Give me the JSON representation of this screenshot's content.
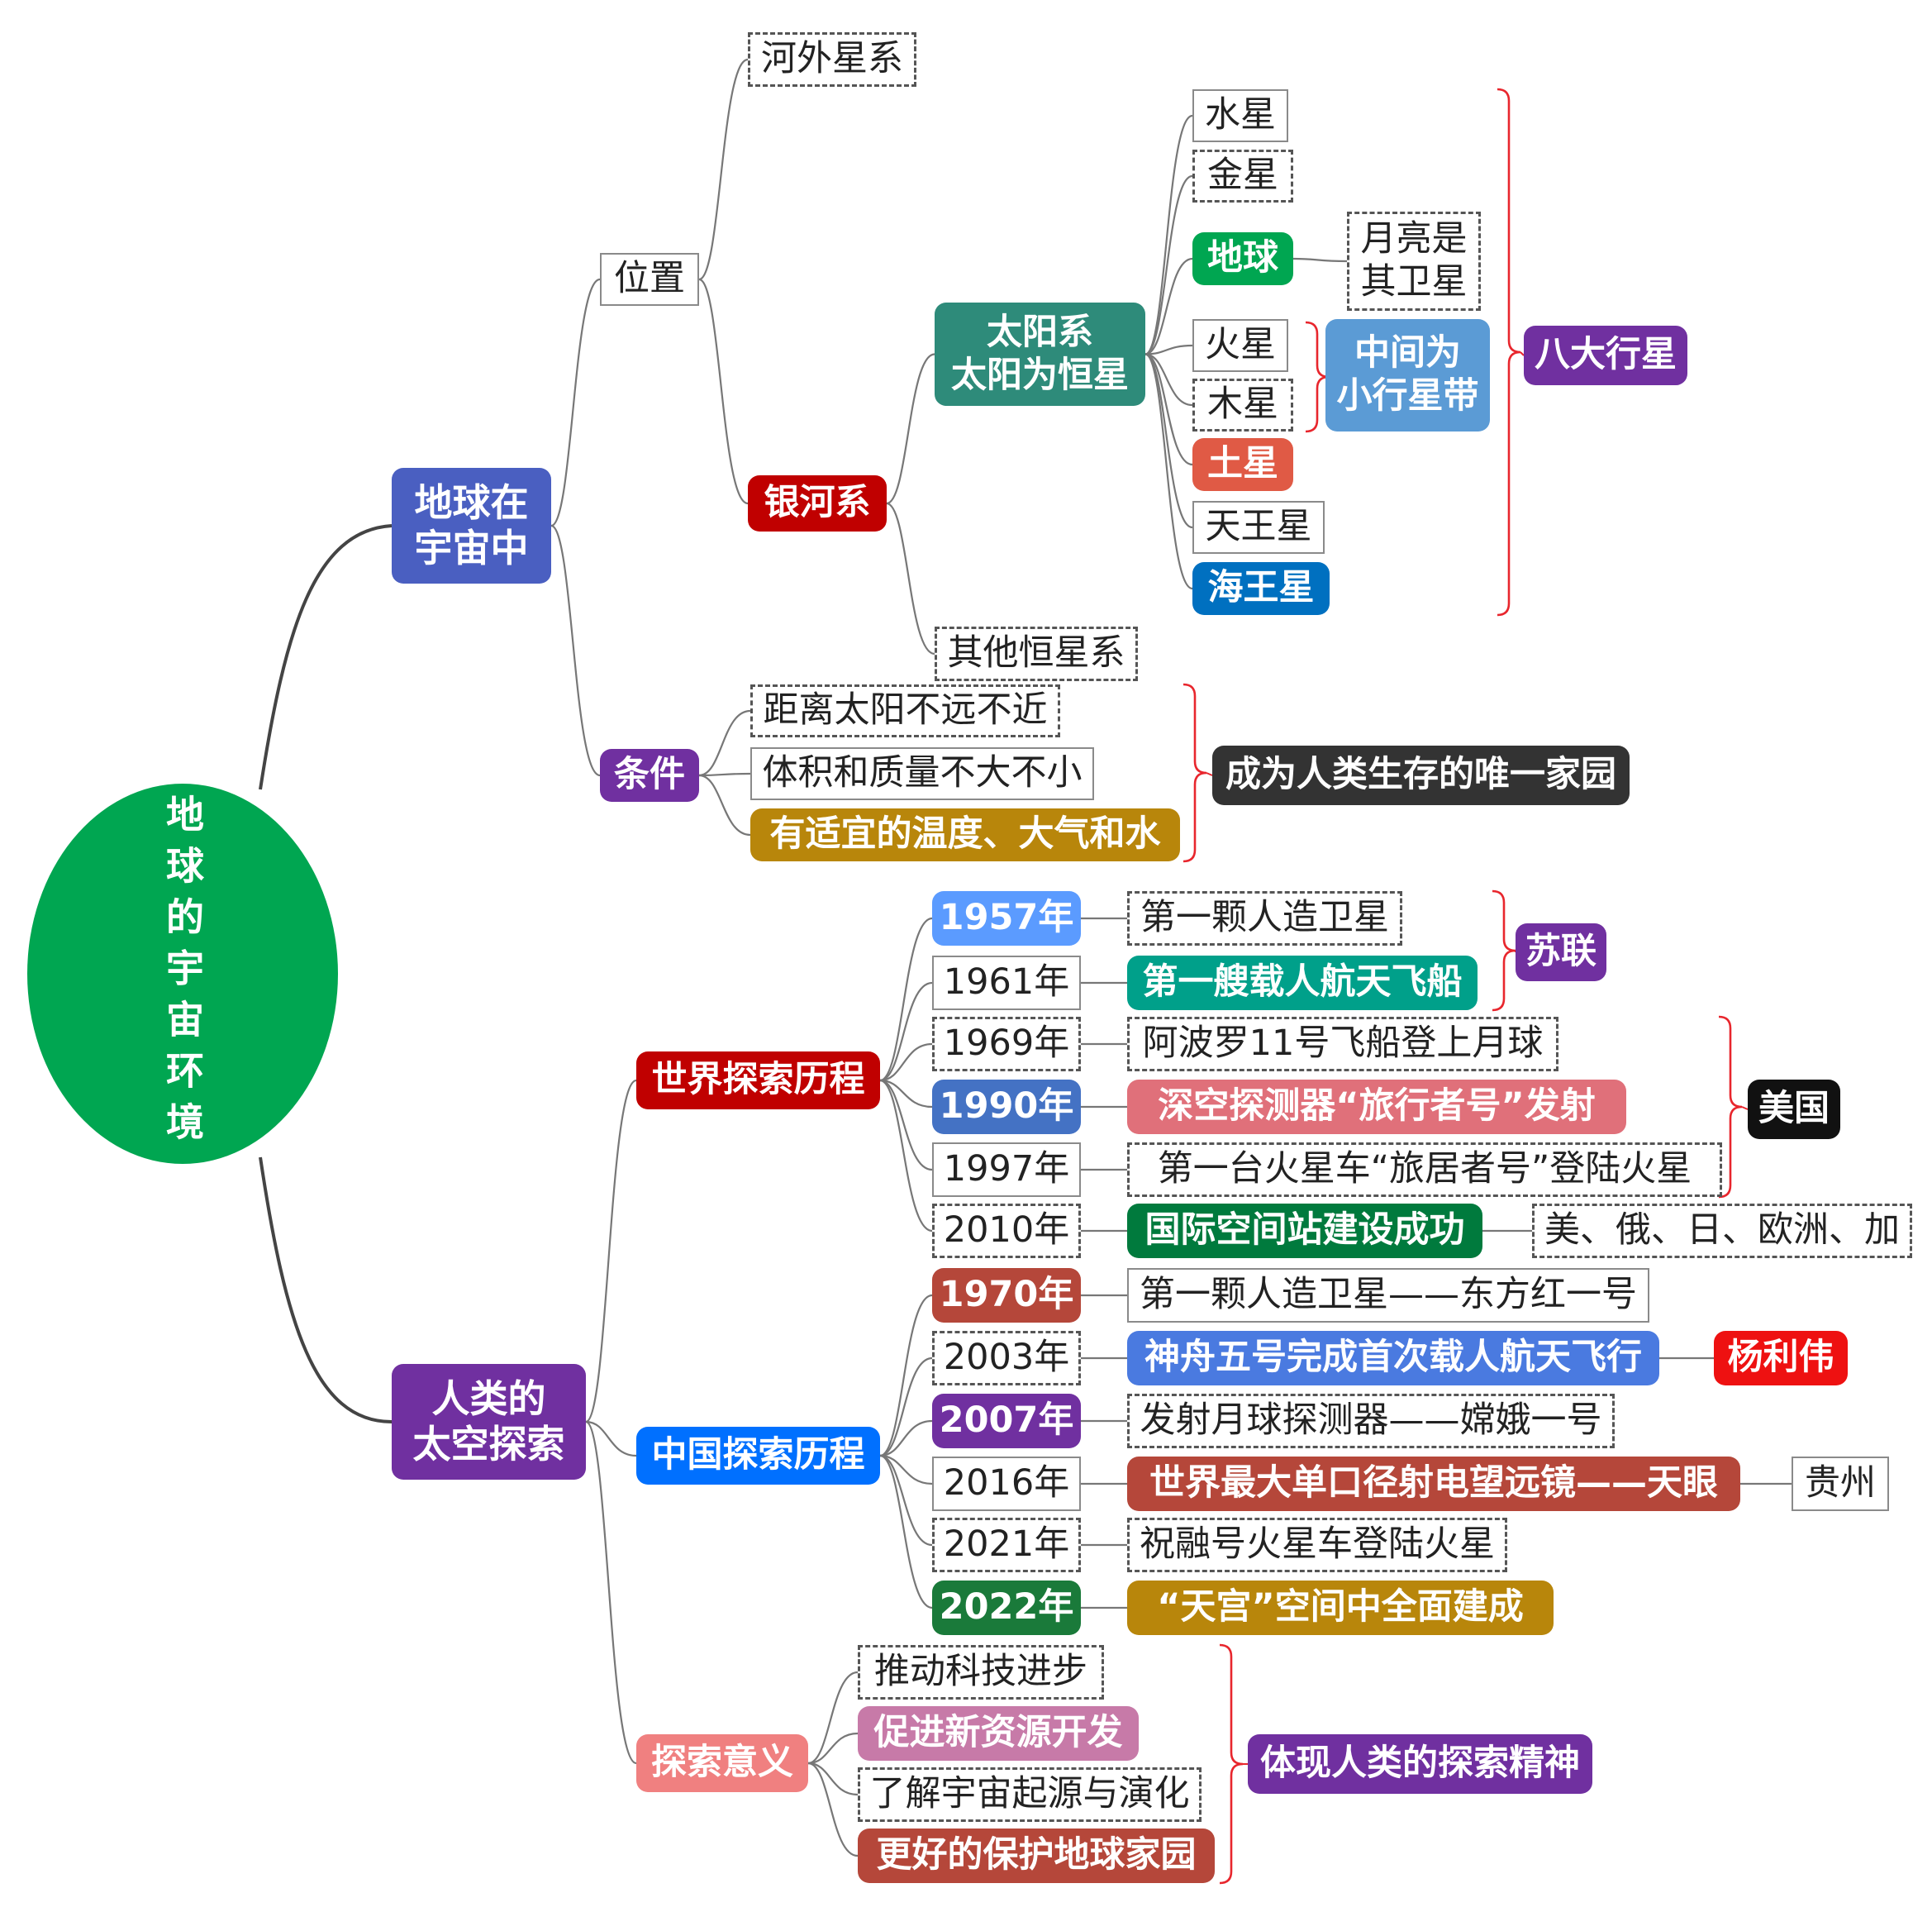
{
  "root": {
    "label": "地球的宇宙环境",
    "color": "#00a651"
  },
  "branches": {
    "earth_in_universe": {
      "label": "地球在\n宇宙中",
      "color": "#4a5fc1",
      "position": {
        "label": "位置",
        "extragalactic": "河外星系",
        "milky_way": {
          "label": "银河系",
          "color": "#c00000",
          "solar_system": {
            "label": "太阳系\n太阳为恒星",
            "color": "#2e8b7a",
            "planets": [
              {
                "label": "水星",
                "style": "solid"
              },
              {
                "label": "金星",
                "style": "dashed"
              },
              {
                "label": "地球",
                "style": "filled",
                "color": "#00a651"
              },
              {
                "label": "火星",
                "style": "solid"
              },
              {
                "label": "木星",
                "style": "dashed"
              },
              {
                "label": "土星",
                "style": "filled",
                "color": "#e05a45"
              },
              {
                "label": "天王星",
                "style": "solid"
              },
              {
                "label": "海王星",
                "style": "filled",
                "color": "#0070c0"
              }
            ],
            "moon_note": "月亮是\n其卫星",
            "asteroid_note": {
              "label": "中间为\n小行星带",
              "color": "#5b9bd5"
            },
            "eight_planets": {
              "label": "八大行星",
              "color": "#7030a0"
            }
          },
          "other_systems": "其他恒星系"
        }
      },
      "conditions": {
        "label": "条件",
        "color": "#7030a0",
        "items": [
          {
            "label": "距离太阳不远不近",
            "style": "dashed"
          },
          {
            "label": "体积和质量不大不小",
            "style": "solid"
          },
          {
            "label": "有适宜的温度、大气和水",
            "style": "filled",
            "color": "#b8860b"
          }
        ],
        "result": {
          "label": "成为人类生存的唯一家园",
          "color": "#333333"
        }
      }
    },
    "space_exploration": {
      "label": "人类的\n太空探索",
      "color": "#7030a0",
      "world": {
        "label": "世界探索历程",
        "color": "#c00000",
        "events": [
          {
            "year": "1957年",
            "year_color": "#5b9bff",
            "event": "第一颗人造卫星",
            "event_style": "dashed"
          },
          {
            "year": "1961年",
            "year_style": "solid",
            "event": "第一艘载人航天飞船",
            "event_color": "#00a08a"
          },
          {
            "year": "1969年",
            "year_style": "dashed",
            "event": "阿波罗11号飞船登上月球",
            "event_style": "dashed"
          },
          {
            "year": "1990年",
            "year_color": "#4472c4",
            "event": "深空探测器“旅行者号”发射",
            "event_color": "#e0707a"
          },
          {
            "year": "1997年",
            "year_style": "solid",
            "event": "第一台火星车“旅居者号”登陆火星",
            "event_style": "dashed"
          },
          {
            "year": "2010年",
            "year_style": "dashed",
            "event": "国际空间站建设成功",
            "event_color": "#007a3d",
            "extra": "美、俄、日、欧洲、加"
          }
        ],
        "ussr": {
          "label": "苏联",
          "color": "#7030a0"
        },
        "usa": {
          "label": "美国",
          "color": "#111111"
        }
      },
      "china": {
        "label": "中国探索历程",
        "color": "#0070ff",
        "events": [
          {
            "year": "1970年",
            "year_color": "#b5473a",
            "event": "第一颗人造卫星——东方红一号",
            "event_style": "solid"
          },
          {
            "year": "2003年",
            "year_style": "dashed",
            "event": "神舟五号完成首次载人航天飞行",
            "event_color": "#4a7ae0",
            "extra": "杨利伟",
            "extra_color": "#ee1111"
          },
          {
            "year": "2007年",
            "year_color": "#7030a0",
            "event": "发射月球探测器——嫦娥一号",
            "event_style": "dashed"
          },
          {
            "year": "2016年",
            "year_style": "solid",
            "event": "世界最大单口径射电望远镜——天眼",
            "event_color": "#b5473a",
            "extra": "贵州"
          },
          {
            "year": "2021年",
            "year_style": "dashed",
            "event": "祝融号火星车登陆火星",
            "event_style": "dashed"
          },
          {
            "year": "2022年",
            "year_color": "#1a7a3a",
            "event": "“天宫”空间中全面建成",
            "event_color": "#b8860b"
          }
        ]
      },
      "significance": {
        "label": "探索意义",
        "color": "#f08080",
        "items": [
          {
            "label": "推动科技进步",
            "style": "dashed"
          },
          {
            "label": "促进新资源开发",
            "style": "filled",
            "color": "#c77aa8"
          },
          {
            "label": "了解宇宙起源与演化",
            "style": "dashed"
          },
          {
            "label": "更好的保护地球家园",
            "style": "filled",
            "color": "#b5473a"
          }
        ],
        "result": {
          "label": "体现人类的探索精神",
          "color": "#7030a0"
        }
      }
    }
  }
}
